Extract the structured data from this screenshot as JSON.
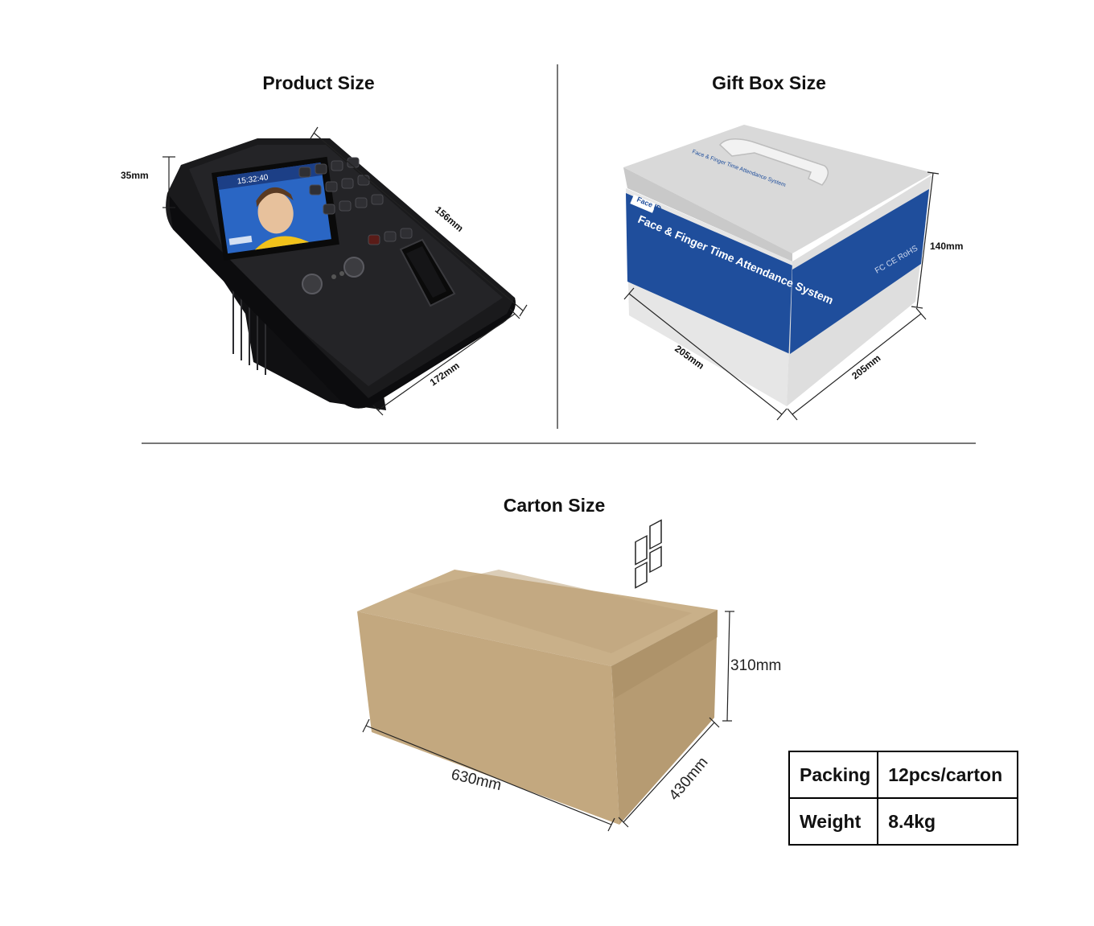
{
  "sections": {
    "product": {
      "title": "Product Size",
      "dims": {
        "height": "35mm",
        "depth": "156mm",
        "width": "172mm"
      }
    },
    "gift_box": {
      "title": "Gift Box Size",
      "dims": {
        "height": "140mm",
        "length": "205mm",
        "width": "205mm"
      }
    },
    "carton": {
      "title": "Carton Size",
      "dims": {
        "height": "310mm",
        "length": "630mm",
        "width": "430mm"
      }
    }
  },
  "screen": {
    "time": "15:32:40"
  },
  "gift_box_print": {
    "logo": "Face ID",
    "headline": "Face & Finger Time Attendance System",
    "small": "Face & Finger Time Attendance System",
    "marks": "FC CE RoHS"
  },
  "spec_table": [
    {
      "label": "Packing",
      "value": "12pcs/carton"
    },
    {
      "label": "Weight",
      "value": "8.4kg"
    }
  ],
  "colors": {
    "divider": "#777777",
    "device": "#1a1a1c",
    "box_blue": "#1f4e9c",
    "box_grey": "#e4e4e4",
    "carton": "#c3a87f"
  }
}
